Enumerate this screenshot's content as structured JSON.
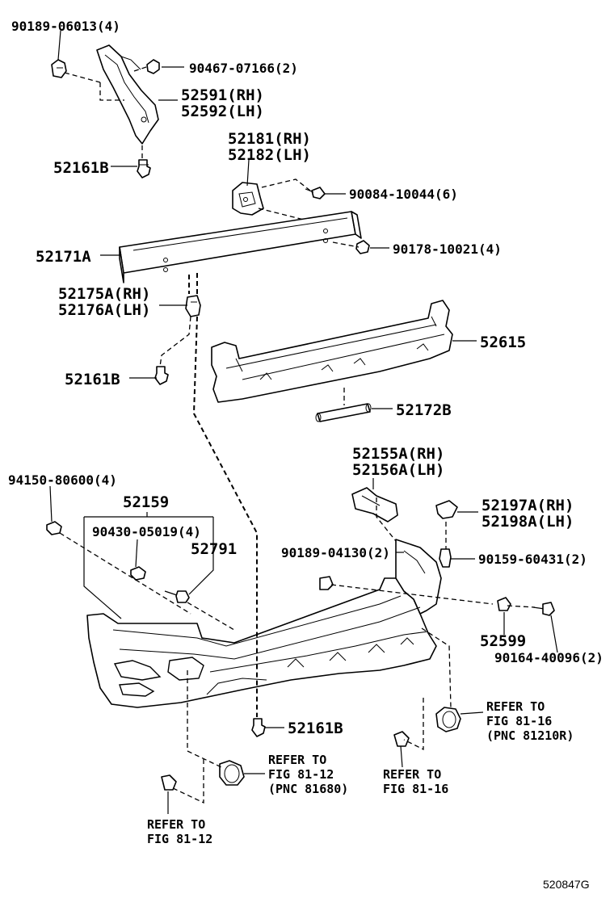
{
  "diagram": {
    "document_code": "520847G",
    "labels": {
      "p_90189_06013": "90189-06013(4)",
      "p_90467_07166": "90467-07166(2)",
      "p_52591": "52591(RH)",
      "p_52592": "52592(LH)",
      "p_52161b_top": "52161B",
      "p_52181": "52181(RH)",
      "p_52182": "52182(LH)",
      "p_90084_10044": "90084-10044(6)",
      "p_52171a": "52171A",
      "p_90178_10021": "90178-10021(4)",
      "p_52175a": "52175A(RH)",
      "p_52176a": "52176A(LH)",
      "p_52615": "52615",
      "p_52161b_mid": "52161B",
      "p_52172b": "52172B",
      "p_52155a": "52155A(RH)",
      "p_52156a": "52156A(LH)",
      "p_94150_80600": "94150-80600(4)",
      "p_52159": "52159",
      "p_90430_05019": "90430-05019(4)",
      "p_52791": "52791",
      "p_52197a": "52197A(RH)",
      "p_52198a": "52198A(LH)",
      "p_90189_04130": "90189-04130(2)",
      "p_90159_60431": "90159-60431(2)",
      "p_52599": "52599",
      "p_90164_40096": "90164-40096(2)",
      "p_52161b_bottom": "52161B"
    },
    "references": {
      "ref_81_16_a": [
        "REFER TO",
        "FIG 81-16",
        "(PNC 81210R)"
      ],
      "ref_81_12_a": [
        "REFER TO",
        "FIG 81-12",
        "(PNC 81680)"
      ],
      "ref_81_16_b": [
        "REFER TO",
        "FIG 81-16"
      ],
      "ref_81_12_b": [
        "REFER TO",
        "FIG 81-12"
      ]
    }
  }
}
